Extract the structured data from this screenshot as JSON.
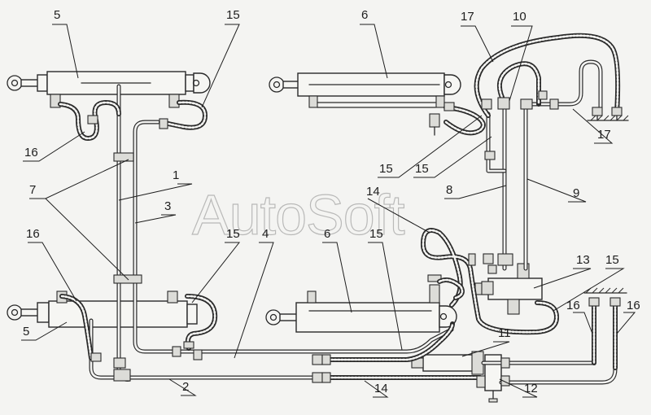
{
  "diagram": {
    "watermark": "AutoSoft",
    "callouts": {
      "c5_top": "5",
      "c15_top_left": "15",
      "c6_top": "6",
      "c17_top": "17",
      "c10": "10",
      "c16_left": "16",
      "c7": "7",
      "c1": "1",
      "c3": "3",
      "c15_mid_a": "15",
      "c15_mid_b": "15",
      "c14_mid": "14",
      "c8": "8",
      "c9": "9",
      "c17_right": "17",
      "c16_bottom_left": "16",
      "c15_lower_left": "15",
      "c4": "4",
      "c6_bottom": "6",
      "c15_lower_mid": "15",
      "c13": "13",
      "c15_lower_right": "15",
      "c16_right_a": "16",
      "c16_right_b": "16",
      "c5_bottom": "5",
      "c11": "11",
      "c2": "2",
      "c14_bottom": "14",
      "c12": "12"
    }
  }
}
